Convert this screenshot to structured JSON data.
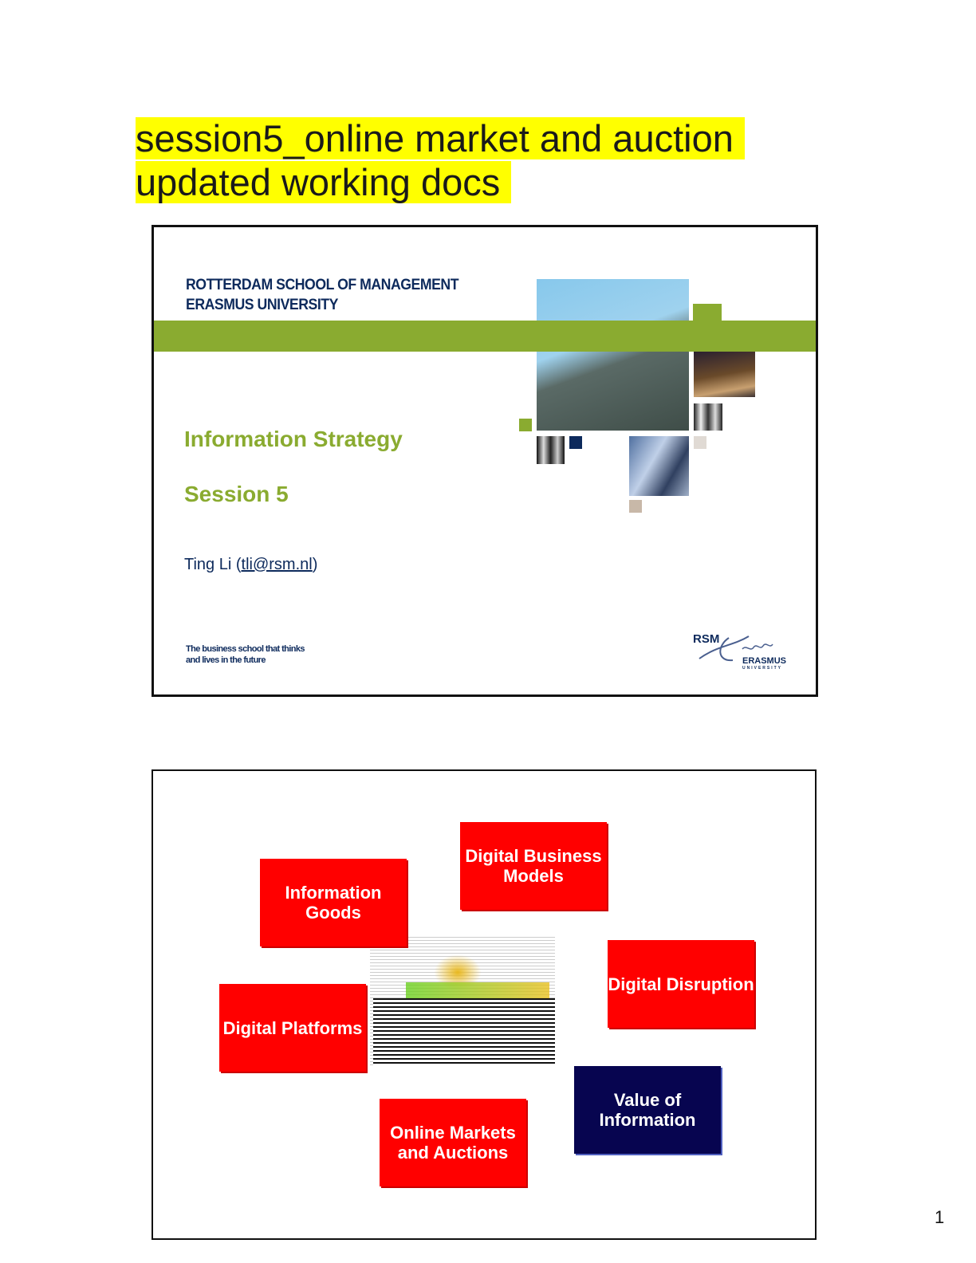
{
  "document_title": [
    "session5_online market and auction",
    "updated working docs"
  ],
  "slide1": {
    "school_lines": [
      "ROTTERDAM SCHOOL OF MANAGEMENT",
      "ERASMUS UNIVERSITY"
    ],
    "course": "Information Strategy",
    "session": "Session 5",
    "author_name": "Ting Li (",
    "author_email": "tli@rsm.nl",
    "author_close": ")",
    "tagline": [
      "The business school that thinks",
      "and lives in the future"
    ],
    "logo_text": "RSM Erasmus ERASMUS UNIVERSITY",
    "accent": "#8aab30",
    "navy": "#0d2a5c"
  },
  "slide2": {
    "boxes": [
      {
        "label": "Information Goods",
        "color": "#ff0000"
      },
      {
        "label": "Digital Business Models",
        "color": "#ff0000"
      },
      {
        "label": "Digital Disruption",
        "color": "#ff0000"
      },
      {
        "label": "Digital Platforms",
        "color": "#ff0000"
      },
      {
        "label": "Online Markets and Auctions",
        "color": "#ff0000"
      },
      {
        "label": "Value of Information",
        "color": "#070550"
      }
    ]
  },
  "page_number": "1"
}
